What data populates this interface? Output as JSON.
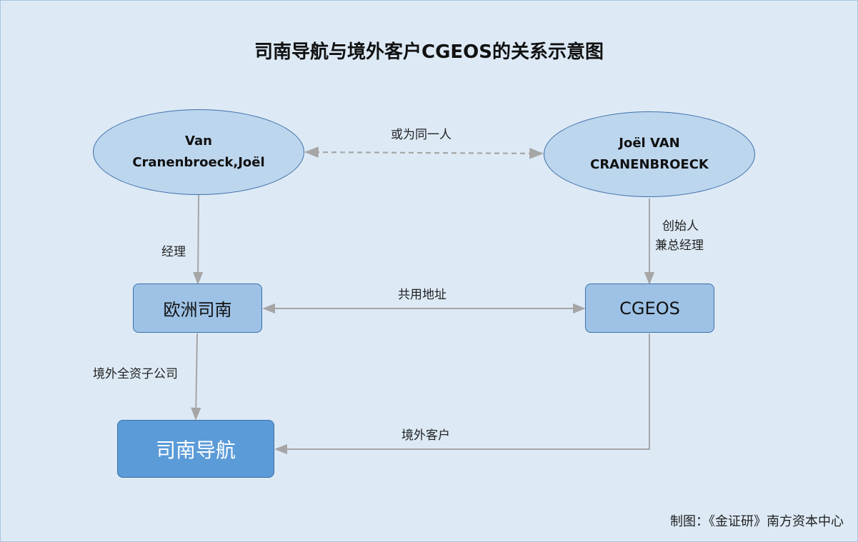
{
  "title": "司南导航与境外客户CGEOS的关系示意图",
  "nodes": {
    "person_left": {
      "line1": "Van",
      "line2": "Cranenbroeck,Joël"
    },
    "person_right": {
      "line1": "Joël VAN",
      "line2": "CRANENBROECK"
    },
    "europe_sinan": "欧洲司南",
    "cgeos": "CGEOS",
    "sinan_nav": "司南导航"
  },
  "edges": {
    "same_person": "或为同一人",
    "manager": "经理",
    "founder_line1": "创始人",
    "founder_line2": "兼总经理",
    "shared_address": "共用地址",
    "overseas_subsidiary": "境外全资子公司",
    "overseas_customer": "境外客户"
  },
  "credit": "制图：《金证研》南方资本中心",
  "colors": {
    "background": "#ddeaf6",
    "ellipse_fill": "#bcd6ee",
    "box_light": "#9dc2e6",
    "box_dark": "#5b9bd8",
    "connector": "#a6a6a6"
  }
}
